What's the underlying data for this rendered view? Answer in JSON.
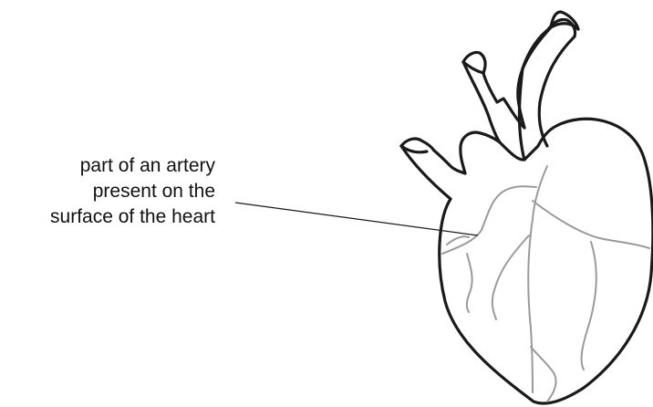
{
  "label": {
    "lines": [
      "part of an artery",
      "present on the",
      "surface of the heart"
    ]
  },
  "colors": {
    "outline": "#1a1a1a",
    "vessels": "#9a9a9a",
    "leader_line": "#1a1a1a",
    "text": "#111111"
  },
  "icons": {
    "heart": "heart-outline-icon"
  }
}
